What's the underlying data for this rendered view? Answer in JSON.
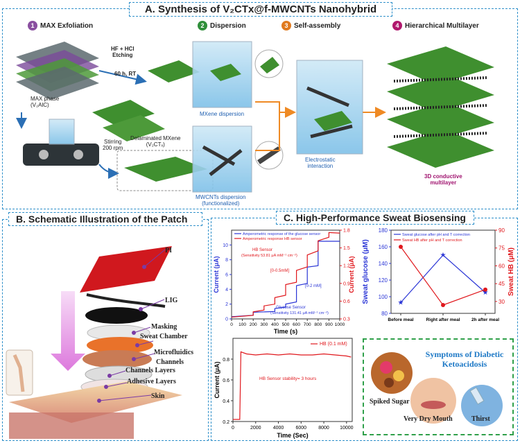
{
  "panel_a": {
    "title": "A. Synthesis of V₂CTx@f-MWCNTs Nanohybrid",
    "steps": [
      {
        "num": "1",
        "label": "MAX Exfoliation",
        "color": "#8a4fa0"
      },
      {
        "num": "2",
        "label": "Dispersion",
        "color": "#2f8f3a"
      },
      {
        "num": "3",
        "label": "Self-assembly",
        "color": "#e07a1f"
      },
      {
        "num": "4",
        "label": "Hierarchical Multilayer",
        "color": "#b0176d"
      }
    ],
    "etching_line1": "HF + HCl",
    "etching_line2": "Etching",
    "etching_time": "60 h, RT",
    "max_phase_line1": "MAX phase",
    "max_phase_line2": "(V₂AlC)",
    "stirring_line1": "Stirring",
    "stirring_line2": "200 rpm",
    "delaminated_line1": "Delaminated MXene",
    "delaminated_line2": "(V₂CTₓ)",
    "mxene_dispersion": "MXene dispersion",
    "mwcnt_line1": "MWCNTs dispersion",
    "mwcnt_line2": "(functionalized)",
    "electrostatic_line1": "Electrostatic",
    "electrostatic_line2": "interaction",
    "conductive_line1": "3D conductive",
    "conductive_line2": "multilayer"
  },
  "panel_b": {
    "title": "B. Schematic Illustration of the Patch",
    "layers": [
      "PI",
      "LIG",
      "Masking",
      "Sweat Chamber",
      "Microfluidics",
      "Channels",
      "Channels Layers",
      "Adhesive Layers",
      "Skin"
    ]
  },
  "panel_c": {
    "title": "C. High-Performance Sweat Biosensing",
    "symptoms_title_line1": "Symptoms of Diabetic",
    "symptoms_title_line2": "Ketoacidosis",
    "symptom_labels": [
      "Spiked Sugar",
      "Very Dry Mouth",
      "Thirst"
    ]
  },
  "chart_data": [
    {
      "type": "line",
      "xlabel": "Time (s)",
      "ylabel": "Current (μA)",
      "ylabel_right": "Current (μA)",
      "xlim": [
        0,
        1000
      ],
      "ylim": [
        0,
        12
      ],
      "ylim_right": [
        0.3,
        1.8
      ],
      "xticks": [
        0,
        100,
        200,
        300,
        400,
        500,
        600,
        700,
        800,
        900,
        1000
      ],
      "yticks": [
        0,
        2,
        4,
        6,
        8,
        10
      ],
      "yticks_right": [
        0.3,
        0.6,
        0.9,
        1.2,
        1.5,
        1.8
      ],
      "legend": "top-left",
      "annotations": [
        "HB Sensor",
        "(Sensitivity 53.81 μA mM⁻¹ cm⁻²)",
        "[0-0.5mM]",
        "[0-2 mM]",
        "Glucose Sensor",
        "(Sensitivity 131.41 μA mM⁻¹ cm⁻²)"
      ],
      "series": [
        {
          "name": "Amperometric response of the glucose sensor",
          "axis": "left",
          "color": "#2a35d6",
          "x": [
            0,
            200,
            200,
            400,
            400,
            500,
            500,
            600,
            600,
            700,
            700,
            800,
            800,
            1000
          ],
          "y": [
            0.3,
            0.5,
            0.9,
            1.0,
            1.4,
            1.6,
            2.0,
            2.3,
            4.5,
            4.8,
            7.0,
            7.2,
            10.5,
            10.5
          ]
        },
        {
          "name": "Amperometric response HB sensor",
          "axis": "right",
          "color": "#e0171c",
          "x": [
            0,
            200,
            200,
            300,
            300,
            400,
            400,
            500,
            500,
            600,
            600,
            700,
            700,
            800,
            800,
            900,
            900,
            1000
          ],
          "y": [
            0.33,
            0.36,
            0.42,
            0.45,
            0.52,
            0.55,
            0.66,
            0.7,
            0.88,
            0.92,
            1.12,
            1.18,
            1.38,
            1.45,
            1.62,
            1.68,
            1.76,
            1.75
          ]
        }
      ]
    },
    {
      "type": "line",
      "xlabel": "",
      "ylabel": "Sweat glucose (μM)",
      "ylabel_right": "Sweat HB (μM)",
      "categories": [
        "Before meal",
        "Right after meal",
        "2h after meal"
      ],
      "ylim": [
        80,
        180
      ],
      "ylim_right": [
        20,
        90
      ],
      "yticks": [
        80,
        100,
        120,
        140,
        160,
        180
      ],
      "yticks_right": [
        30,
        45,
        60,
        75,
        90
      ],
      "legend": "top",
      "series": [
        {
          "name": "Sweat glucose after pH and T correction",
          "axis": "left",
          "color": "#2a35d6",
          "marker": "star",
          "values": [
            93,
            150,
            105
          ]
        },
        {
          "name": "Sweat HB after pH and T correction",
          "axis": "right",
          "color": "#e0171c",
          "marker": "circle",
          "values": [
            76,
            27,
            40
          ]
        }
      ]
    },
    {
      "type": "line",
      "xlabel": "Time (Sec)",
      "ylabel": "Current (μA)",
      "xlim": [
        0,
        10500
      ],
      "ylim": [
        0.2,
        1.0
      ],
      "xticks": [
        0,
        2000,
        4000,
        6000,
        8000,
        10000
      ],
      "yticks": [
        0.2,
        0.4,
        0.6,
        0.8
      ],
      "legend": "top-right",
      "annotations": [
        "HB Sensor stability= 3 hours"
      ],
      "series": [
        {
          "name": "HB (0.1 mM)",
          "color": "#e0171c",
          "x": [
            0,
            600,
            700,
            1200,
            2000,
            3000,
            4000,
            5000,
            6000,
            7000,
            8000,
            9000,
            10000,
            10400
          ],
          "y": [
            0.22,
            0.22,
            0.87,
            0.85,
            0.84,
            0.85,
            0.84,
            0.85,
            0.84,
            0.84,
            0.85,
            0.84,
            0.83,
            0.82
          ]
        }
      ]
    }
  ]
}
